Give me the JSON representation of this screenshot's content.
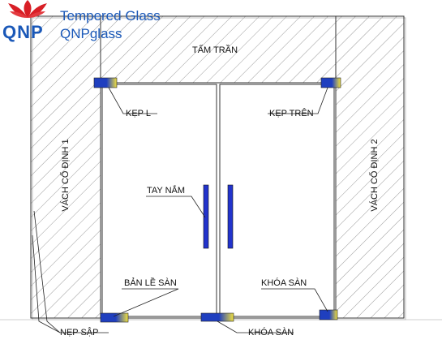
{
  "brand": {
    "tagline": "Tempered Glass",
    "site": "QNPglass",
    "logo_text": "QNP",
    "colors": {
      "primary": "#1a58b8",
      "accent": "#d81f26"
    }
  },
  "diagram": {
    "colors": {
      "hatch": "#8c8c8c",
      "line": "#222222",
      "hardware_blue": "#1f3fbf",
      "hardware_yellow": "#f0e040",
      "handle": "#2233cc"
    },
    "labels": {
      "ceiling": "TẤM TRẦN",
      "left_panel": "VÁCH CỐ ĐỊNH 1",
      "right_panel": "VÁCH CỐ ĐỊNH 2",
      "l_clamp": "KẸP L",
      "top_clamp": "KẸP TRÊN",
      "handle": "TAY NẮM",
      "floor_hinge": "BẢN LỀ SÀN",
      "floor_lock_right": "KHÓA SÀN",
      "floor_lock_bottom": "KHÓA SÀN",
      "edge_trim": "NẸP SẬP"
    }
  }
}
